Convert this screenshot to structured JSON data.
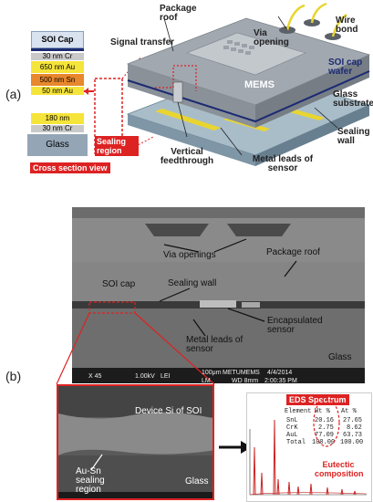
{
  "panel_a": {
    "label": "(a)",
    "stack": {
      "soi_cap": "SOI Cap",
      "cr_top": "30 nm Cr",
      "au_650": "650 nm Au",
      "sn_500": "500 nm Sn",
      "au_50": "50 nm Au",
      "au_180": "180 nm",
      "cr_bottom": "30 nm Cr",
      "glass": "Glass",
      "sealing_region": "Sealing region",
      "cross_section_view": "Cross section view"
    },
    "labels": {
      "package_roof": "Package roof",
      "signal_transfer": "Signal transfer",
      "via_opening": "Via opening",
      "wire_bond": "Wire bond",
      "soi_cap_wafer": "SOI cap wafer",
      "mems": "MEMS",
      "glass_substrate": "Glass substrate",
      "sealing_wall": "Sealing wall",
      "vertical_feedthrough": "Vertical feedthrough",
      "metal_leads": "Metal leads of sensor"
    }
  },
  "panel_b": {
    "label": "(b)",
    "sem_labels": {
      "via_openings": "Via openings",
      "package_roof": "Package roof",
      "soi_cap": "SOI cap",
      "sealing_wall": "Sealing wall",
      "encapsulated_sensor": "Encapsulated sensor",
      "metal_leads": "Metal leads of sensor",
      "glass": "Glass"
    },
    "sem_info": {
      "mag": "X 45",
      "voltage": "1.00kV",
      "detector": "LEI",
      "scale": "100μm",
      "company": "METUMEMS",
      "date": "4/4/2014",
      "mode": "LM",
      "wd": "WD 8mm",
      "time": "2:00:35 PM"
    },
    "zoom_labels": {
      "device_si": "Device Si of SOI",
      "au_sn": "Au-Sn sealing region",
      "glass": "Glass"
    },
    "eds": {
      "title": "EDS Spectrum",
      "headers": [
        "Element",
        "Wt %",
        "At %"
      ],
      "rows": [
        {
          "element": "SnL",
          "wt": "20.16",
          "at": "27.65"
        },
        {
          "element": "CrK",
          "wt": "2.75",
          "at": "8.62"
        },
        {
          "element": "AuL",
          "wt": "77.09",
          "at": "63.73"
        },
        {
          "element": "Total",
          "wt": "100.00",
          "at": "100.00"
        }
      ],
      "caption": "Eutectic composition"
    }
  },
  "colors": {
    "red": "#d22",
    "cr": "#c9c9c9",
    "au": "#f5e43a",
    "sn": "#e8872c",
    "soi": "#d9e2ef",
    "glass": "#94a6b6",
    "dark_blue": "#1c2b72"
  }
}
